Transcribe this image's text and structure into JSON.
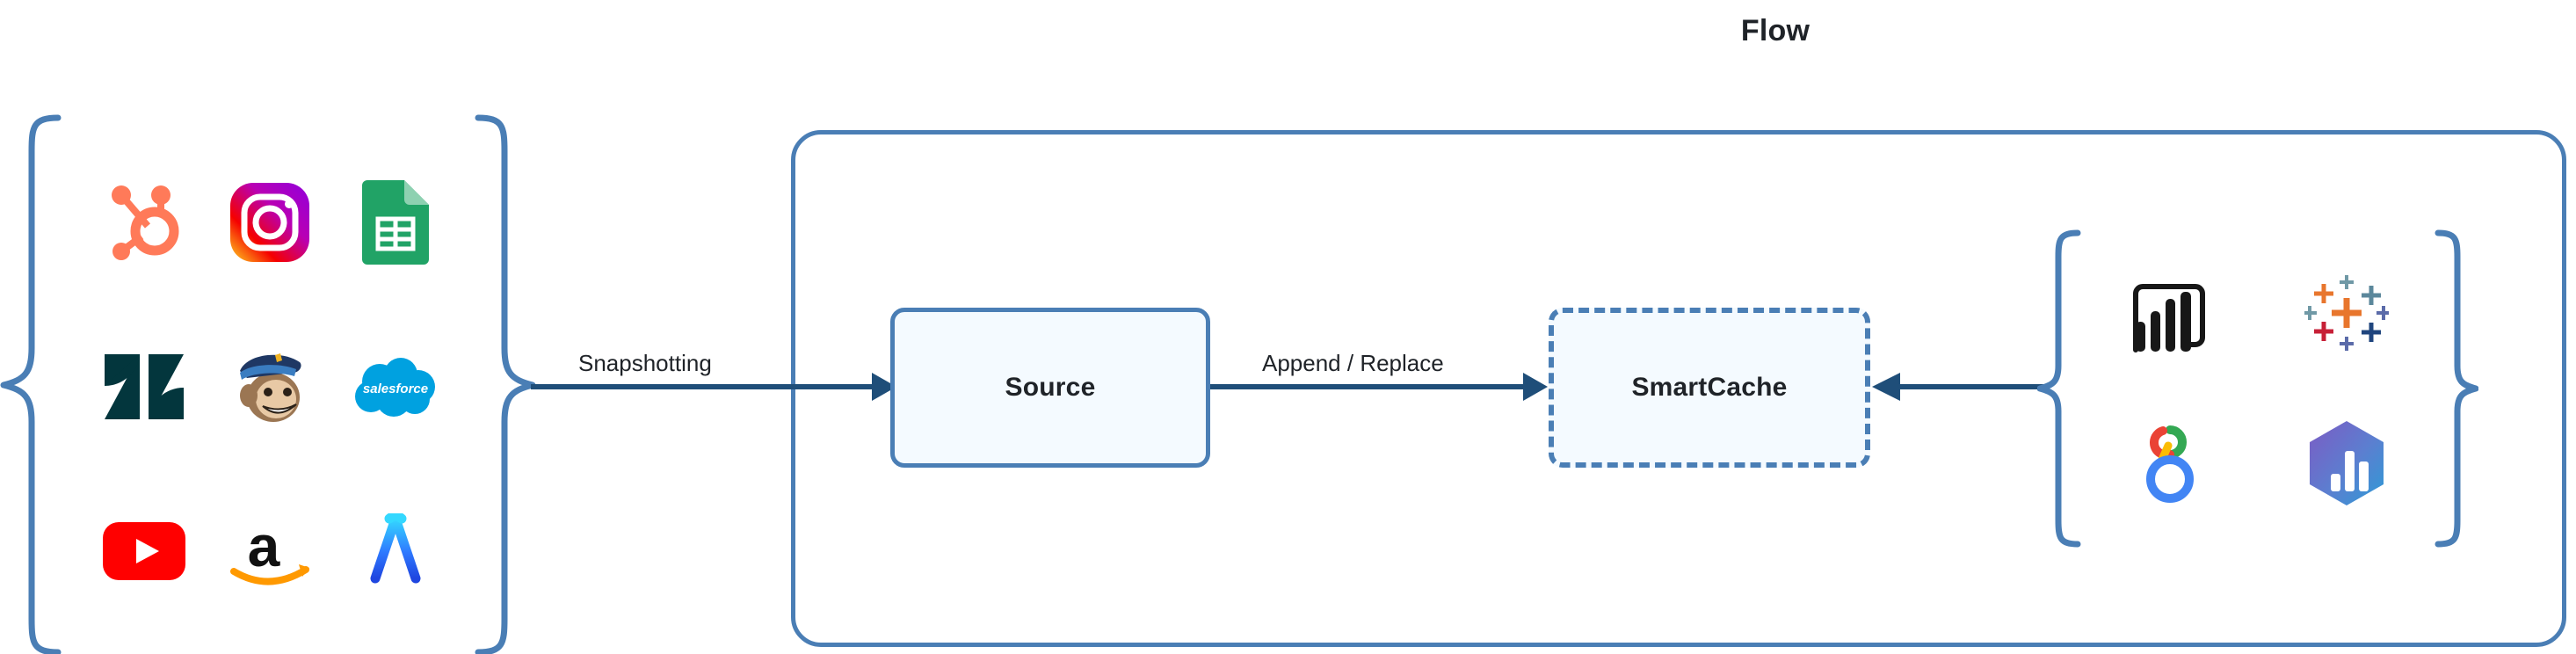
{
  "diagram": {
    "title": "Flow",
    "colors": {
      "accent_blue": "#4a7eb5",
      "arrow_navy": "#1f4e79",
      "box_fill": "#f4faff",
      "text": "#1f2328"
    }
  },
  "sources_group": {
    "label": "data-source-connectors",
    "icons": [
      {
        "name": "hubspot-icon",
        "label": "HubSpot"
      },
      {
        "name": "instagram-icon",
        "label": "Instagram"
      },
      {
        "name": "google-sheets-icon",
        "label": "Google Sheets"
      },
      {
        "name": "zendesk-icon",
        "label": "Zendesk"
      },
      {
        "name": "mailchimp-icon",
        "label": "Mailchimp"
      },
      {
        "name": "salesforce-icon",
        "label": "Salesforce"
      },
      {
        "name": "youtube-icon",
        "label": "YouTube"
      },
      {
        "name": "amazon-icon",
        "label": "Amazon"
      },
      {
        "name": "app-store-icon",
        "label": "App Store"
      }
    ]
  },
  "destinations_group": {
    "label": "bi-tool-connectors",
    "icons": [
      {
        "name": "power-bi-icon",
        "label": "Power BI"
      },
      {
        "name": "tableau-icon",
        "label": "Tableau"
      },
      {
        "name": "looker-studio-icon",
        "label": "Looker Studio"
      },
      {
        "name": "metabase-icon",
        "label": "Metabase"
      }
    ]
  },
  "nodes": {
    "source": {
      "label": "Source",
      "style": "solid"
    },
    "cache": {
      "label": "SmartCache",
      "style": "dashed"
    }
  },
  "edges": {
    "sources_to_source": {
      "label": "Snapshotting",
      "direction": "right"
    },
    "source_to_cache": {
      "label": "Append / Replace",
      "direction": "right"
    },
    "bi_to_cache": {
      "label": "",
      "direction": "left"
    }
  }
}
